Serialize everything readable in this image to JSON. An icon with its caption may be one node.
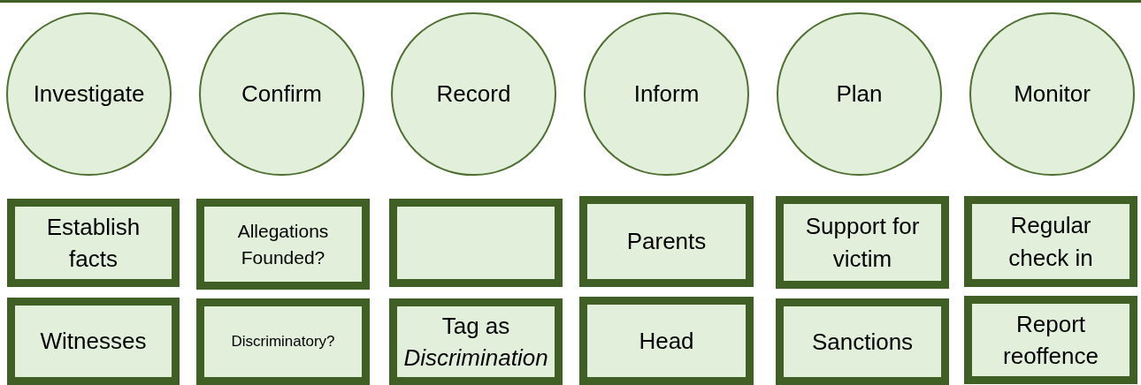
{
  "diagram": {
    "nodes": [
      {
        "text": [
          "Investigate"
        ]
      },
      {
        "text": [
          "Confirm"
        ]
      },
      {
        "text": [
          "Record"
        ]
      },
      {
        "text": [
          "Inform"
        ]
      },
      {
        "text": [
          "Plan"
        ]
      },
      {
        "text": [
          "Monitor"
        ]
      },
      {
        "text": [
          "Establish facts"
        ]
      },
      {
        "text": [
          "Allegations Founded?"
        ]
      },
      {
        "text": [],
        "shape": "box"
      },
      {
        "text": [
          "Parents"
        ]
      },
      {
        "text": [
          "Support for victim"
        ]
      },
      {
        "text": [
          "Regular check in"
        ]
      },
      {
        "text": [
          "Witnesses"
        ]
      },
      {
        "text": [
          "Discriminatory?"
        ]
      },
      {
        "text": [
          "Tag as *Discrimination*"
        ]
      },
      {
        "text": [
          "Head"
        ]
      },
      {
        "text": [
          "Sanctions"
        ]
      },
      {
        "text": [
          "Report reoffence"
        ]
      }
    ],
    "edges": []
  }
}
